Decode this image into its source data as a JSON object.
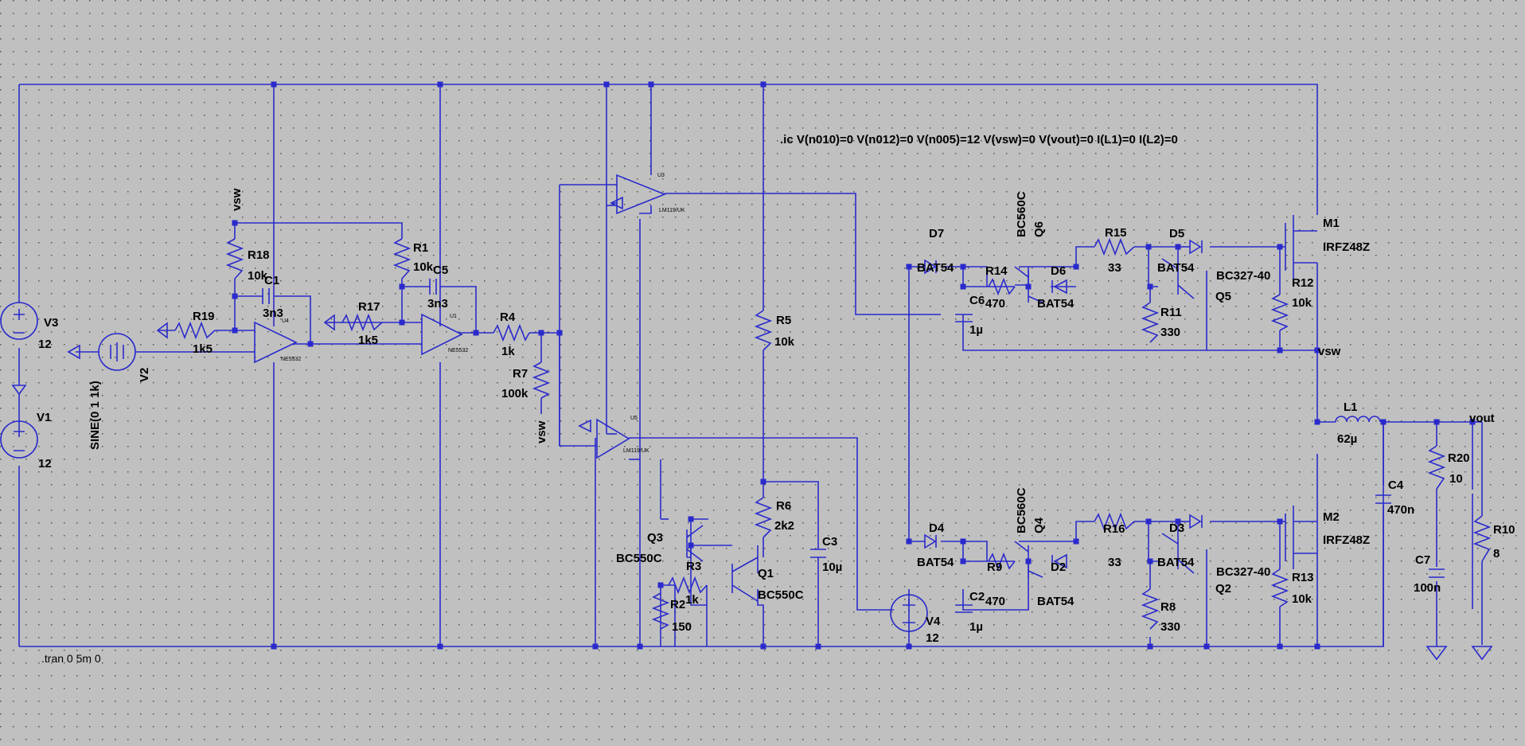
{
  "directives": {
    "ic": ".ic V(n010)=0 V(n012)=0 V(n005)=12 V(vsw)=0 V(vout)=0 I(L1)=0 I(L2)=0",
    "tran": ".tran 0 5m 0"
  },
  "netlabels": {
    "vsw": "vsw",
    "vout": "vout"
  },
  "components": {
    "V3": {
      "name": "V3",
      "value": "12"
    },
    "V1": {
      "name": "V1",
      "value": "12"
    },
    "V2": {
      "name": "V2",
      "value": "SINE(0 1 1k)"
    },
    "V4": {
      "name": "V4",
      "value": "12"
    },
    "R19": {
      "name": "R19",
      "value": "1k5"
    },
    "R18": {
      "name": "R18",
      "value": "10k"
    },
    "C1": {
      "name": "C1",
      "value": "3n3"
    },
    "U4": {
      "name": "U4",
      "value": "NE5532"
    },
    "R17": {
      "name": "R17",
      "value": "1k5"
    },
    "R1": {
      "name": "R1",
      "value": "10k"
    },
    "C5": {
      "name": "C5",
      "value": "3n3"
    },
    "U1": {
      "name": "U1",
      "value": "NE5532"
    },
    "R4": {
      "name": "R4",
      "value": "1k"
    },
    "R7": {
      "name": "R7",
      "value": "100k"
    },
    "U3": {
      "name": "U3",
      "value": "LM119/UK"
    },
    "U5": {
      "name": "U5",
      "value": "LM119/UK"
    },
    "R5": {
      "name": "R5",
      "value": "10k"
    },
    "R6": {
      "name": "R6",
      "value": "2k2"
    },
    "C3": {
      "name": "C3",
      "value": "10µ"
    },
    "Q3": {
      "name": "Q3",
      "value": "BC550C"
    },
    "Q1": {
      "name": "Q1",
      "value": "BC550C"
    },
    "R3": {
      "name": "R3",
      "value": "1k"
    },
    "R2": {
      "name": "R2",
      "value": "150"
    },
    "D7": {
      "name": "D7",
      "value": "BAT54"
    },
    "R14": {
      "name": "R14",
      "value": "470"
    },
    "C6": {
      "name": "C6",
      "value": "1µ"
    },
    "Q6": {
      "name": "Q6",
      "value": "BC560C"
    },
    "D6": {
      "name": "D6",
      "value": "BAT54"
    },
    "R15": {
      "name": "R15",
      "value": "33"
    },
    "D5": {
      "name": "D5",
      "value": "BAT54"
    },
    "Q5": {
      "name": "Q5",
      "value": "BC327-40"
    },
    "R11": {
      "name": "R11",
      "value": "330"
    },
    "R12": {
      "name": "R12",
      "value": "10k"
    },
    "M1": {
      "name": "M1",
      "value": "IRFZ48Z"
    },
    "D4": {
      "name": "D4",
      "value": "BAT54"
    },
    "R9": {
      "name": "R9",
      "value": "470"
    },
    "C2": {
      "name": "C2",
      "value": "1µ"
    },
    "Q4": {
      "name": "Q4",
      "value": "BC560C"
    },
    "D2": {
      "name": "D2",
      "value": "BAT54"
    },
    "R16": {
      "name": "R16",
      "value": "33"
    },
    "D3": {
      "name": "D3",
      "value": "BAT54"
    },
    "Q2": {
      "name": "Q2",
      "value": "BC327-40"
    },
    "R8": {
      "name": "R8",
      "value": "330"
    },
    "R13": {
      "name": "R13",
      "value": "10k"
    },
    "M2": {
      "name": "M2",
      "value": "IRFZ48Z"
    },
    "L1": {
      "name": "L1",
      "value": "62µ"
    },
    "C4": {
      "name": "C4",
      "value": "470n"
    },
    "R20": {
      "name": "R20",
      "value": "10"
    },
    "C7": {
      "name": "C7",
      "value": "100n"
    },
    "R10": {
      "name": "R10",
      "value": "8"
    }
  }
}
